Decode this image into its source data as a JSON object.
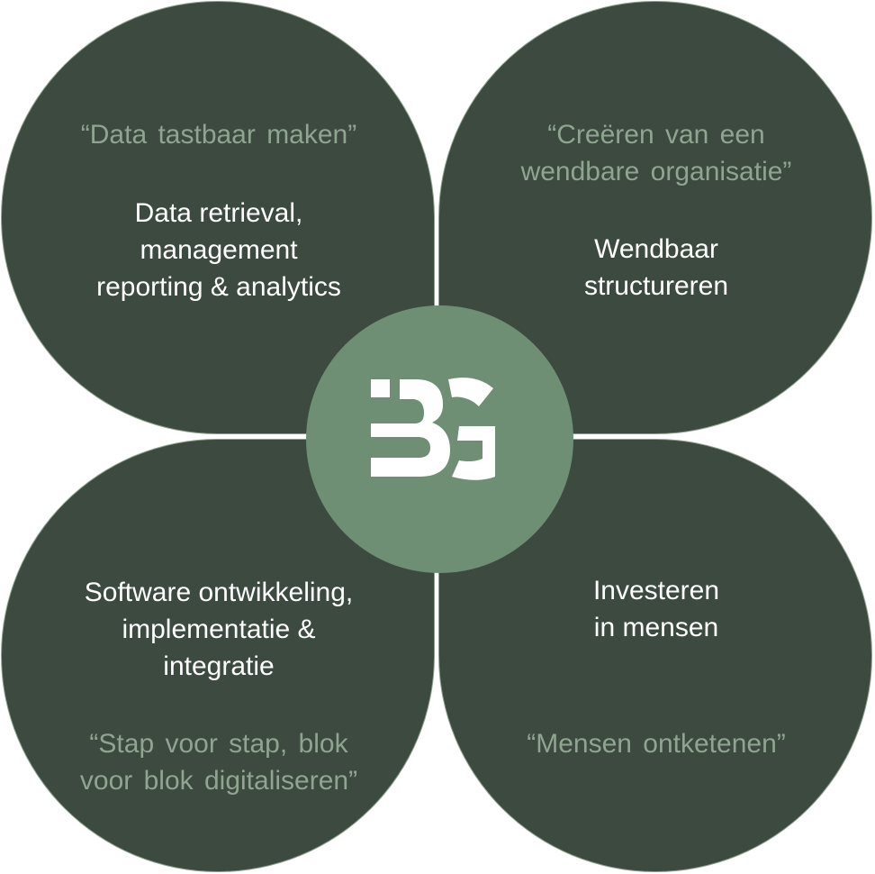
{
  "colors": {
    "petal": "#3c4a3f",
    "center": "#6e8f74",
    "quote": "#8fa591",
    "main": "#ffffff"
  },
  "logo": {
    "text": "BG"
  },
  "quadrants": [
    {
      "quote": [
        "“Data tastbaar maken”"
      ],
      "title": [
        "Data retrieval,",
        "management",
        "reporting & analytics"
      ]
    },
    {
      "quote": [
        "“Creëren van een",
        "wendbare organisatie”"
      ],
      "title": [
        "Wendbaar",
        "structureren"
      ]
    },
    {
      "title": [
        "Software ontwikkeling,",
        "implementatie &",
        "integratie"
      ],
      "quote": [
        "“Stap voor stap, blok",
        "voor blok digitaliseren”"
      ]
    },
    {
      "title": [
        "Investeren",
        "in mensen"
      ],
      "quote": [
        "“Mensen ontketenen”"
      ]
    }
  ]
}
